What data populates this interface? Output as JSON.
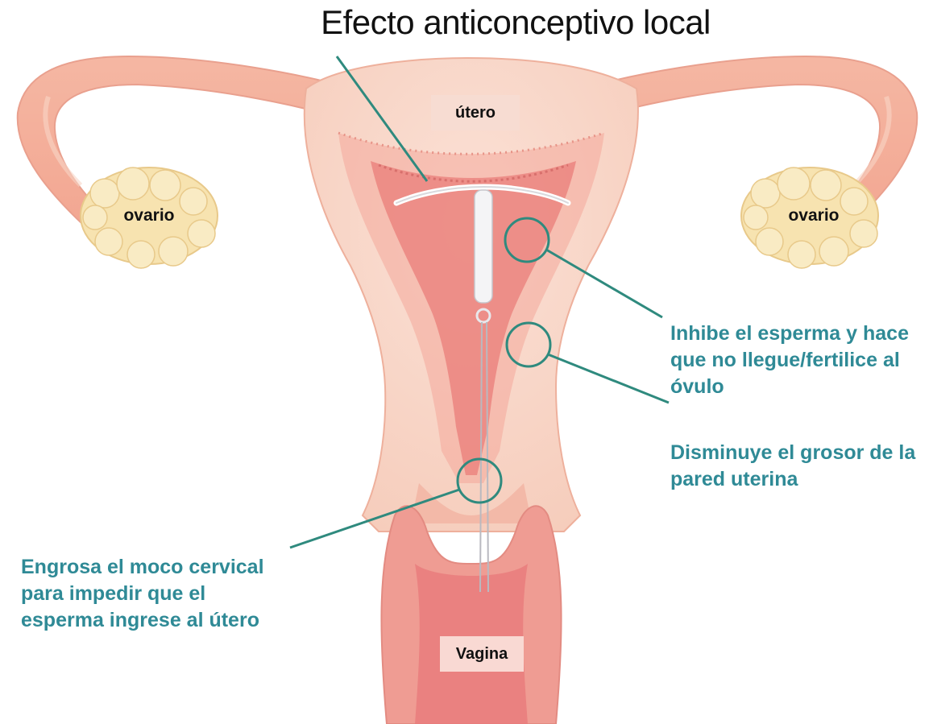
{
  "diagram": {
    "title": "Efecto anticonceptivo local",
    "labels": {
      "utero": "útero",
      "ovario_left": "ovario",
      "ovario_right": "ovario",
      "vagina": "Vagina"
    },
    "annotations": {
      "sperm_inhibition": "Inhibe el esperma y hace que no llegue/fertilice al óvulo",
      "wall_thickness": "Disminuye el grosor de la pared uterina",
      "cervical_mucus": "Engrosa el moco cervical para impedir que el esperma ingrese al útero"
    },
    "colors": {
      "callout_line": "#2f8a7e",
      "annotation_text": "#2f8a96",
      "tissue": "#f6c9b8",
      "tissue_dark": "#e88a84",
      "ovary": "#f7e3b0"
    }
  }
}
